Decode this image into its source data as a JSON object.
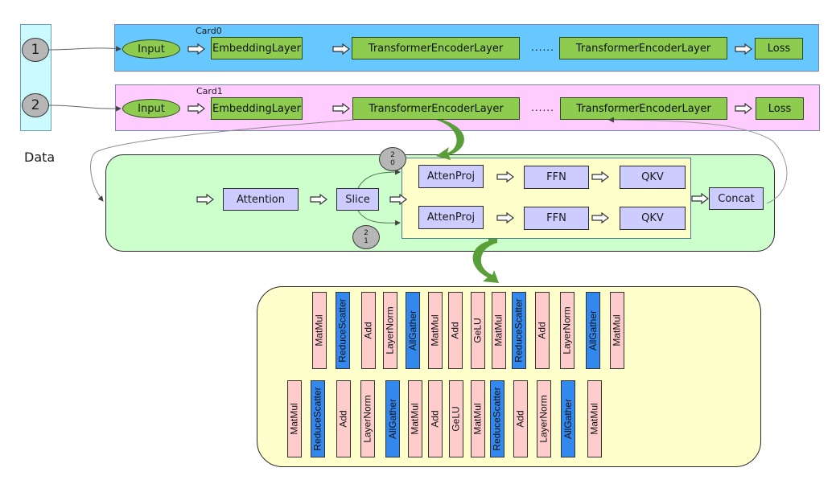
{
  "data_column": {
    "label": "Data",
    "items": [
      {
        "label": "1"
      },
      {
        "label": "2"
      }
    ]
  },
  "cards": [
    {
      "label": "Card0",
      "background": "#66c8ff",
      "nodes": [
        "Input",
        "EmbeddingLayer",
        "TransformerEncoderLayer",
        "......",
        "TransformerEncoderLayer",
        "Loss"
      ]
    },
    {
      "label": "Card1",
      "background": "#ffccff",
      "nodes": [
        "Input",
        "EmbeddingLayer",
        "TransformerEncoderLayer",
        "......",
        "TransformerEncoderLayer",
        "Loss"
      ]
    }
  ],
  "encoder_detail": {
    "attention": "Attention",
    "slice": "Slice",
    "slice_markers": [
      {
        "top": "2",
        "bottom": "0"
      },
      {
        "top": "2",
        "bottom": "1"
      }
    ],
    "branches": [
      [
        "AttenProj",
        "FFN",
        "QKV"
      ],
      [
        "AttenProj",
        "FFN",
        "QKV"
      ]
    ],
    "concat": "Concat"
  },
  "operator_rows": [
    [
      {
        "label": "MatMul",
        "kind": "compute"
      },
      {
        "label": "ReduceScatter",
        "kind": "comm"
      },
      {
        "label": "Add",
        "kind": "compute"
      },
      {
        "label": "LayerNorm",
        "kind": "compute"
      },
      {
        "label": "AllGather",
        "kind": "comm"
      },
      {
        "label": "MatMul",
        "kind": "compute"
      },
      {
        "label": "Add",
        "kind": "compute"
      },
      {
        "label": "GeLU",
        "kind": "compute"
      },
      {
        "label": "MatMul",
        "kind": "compute"
      },
      {
        "label": "ReduceScatter",
        "kind": "comm"
      },
      {
        "label": "Add",
        "kind": "compute"
      },
      {
        "label": "LayerNorm",
        "kind": "compute"
      },
      {
        "label": "AllGather",
        "kind": "comm"
      },
      {
        "label": "MatMul",
        "kind": "compute"
      }
    ],
    [
      {
        "label": "MatMul",
        "kind": "compute"
      },
      {
        "label": "ReduceScatter",
        "kind": "comm"
      },
      {
        "label": "Add",
        "kind": "compute"
      },
      {
        "label": "LayerNorm",
        "kind": "compute"
      },
      {
        "label": "AllGather",
        "kind": "comm"
      },
      {
        "label": "MatMul",
        "kind": "compute"
      },
      {
        "label": "Add",
        "kind": "compute"
      },
      {
        "label": "GeLU",
        "kind": "compute"
      },
      {
        "label": "MatMul",
        "kind": "compute"
      },
      {
        "label": "ReduceScatter",
        "kind": "comm"
      },
      {
        "label": "Add",
        "kind": "compute"
      },
      {
        "label": "LayerNorm",
        "kind": "compute"
      },
      {
        "label": "AllGather",
        "kind": "comm"
      },
      {
        "label": "MatMul",
        "kind": "compute"
      }
    ]
  ],
  "colors": {
    "layer_node": "#8dcc4e",
    "detail_node": "#ccccff",
    "detail_panel": "#ccffcc",
    "branch_panel": "#ffffcc",
    "compute_op": "#ffcccc",
    "comm_op": "#3388ee",
    "expand_arrow": "#5a9e3a"
  }
}
